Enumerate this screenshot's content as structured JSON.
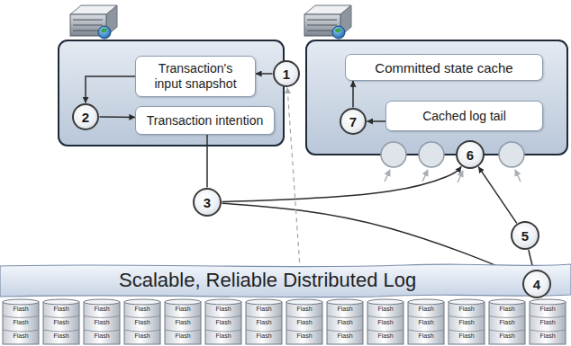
{
  "diagram": {
    "nodes": [
      {
        "text": [
          "1"
        ]
      },
      {
        "text": [
          "Transaction's input snapshot"
        ]
      },
      {
        "text": [
          "2"
        ]
      },
      {
        "text": [
          "Transaction intention"
        ]
      },
      {
        "text": [
          "Committed state cache"
        ]
      },
      {
        "text": [
          "7"
        ]
      },
      {
        "text": [
          "Cached log tail"
        ]
      },
      {
        "text": [
          "3"
        ]
      },
      {
        "text": [
          "6"
        ]
      },
      {
        "text": [
          "5"
        ]
      },
      {
        "text": [
          "Scalable, Reliable Distributed Log"
        ]
      },
      {
        "text": [
          "4"
        ],
        "in": 10
      }
    ],
    "edges": [
      {
        "from": 0,
        "to": 1,
        "arrow": "to"
      },
      {
        "from": 1,
        "to": 2,
        "arrow": "to"
      },
      {
        "from": 2,
        "to": 3,
        "arrow": "to"
      },
      {
        "from": 3,
        "to": 7,
        "arrow": "none"
      },
      {
        "from": 7,
        "to": 8,
        "arrow": "to"
      },
      {
        "from": 7,
        "to": 11,
        "arrow": "to"
      },
      {
        "from": 11,
        "to": 9,
        "arrow": "none"
      },
      {
        "from": 9,
        "to": 8,
        "arrow": "to"
      },
      {
        "from": 6,
        "to": 5,
        "arrow": "to"
      },
      {
        "from": 5,
        "to": 4,
        "arrow": "to"
      },
      {
        "from": 10,
        "to": 0,
        "arrow": "to"
      }
    ],
    "labels": [
      "Flash",
      "Flash",
      "Flash",
      "Flash",
      "Flash",
      "Flash",
      "Flash",
      "Flash",
      "Flash",
      "Flash",
      "Flash",
      "Flash",
      "Flash",
      "Flash",
      "Flash",
      "Flash",
      "Flash",
      "Flash",
      "Flash",
      "Flash",
      "Flash",
      "Flash",
      "Flash",
      "Flash",
      "Flash",
      "Flash",
      "Flash",
      "Flash",
      "Flash",
      "Flash",
      "Flash",
      "Flash",
      "Flash",
      "Flash",
      "Flash",
      "Flash",
      "Flash",
      "Flash",
      "Flash",
      "Flash",
      "Flash",
      "Flash"
    ]
  }
}
